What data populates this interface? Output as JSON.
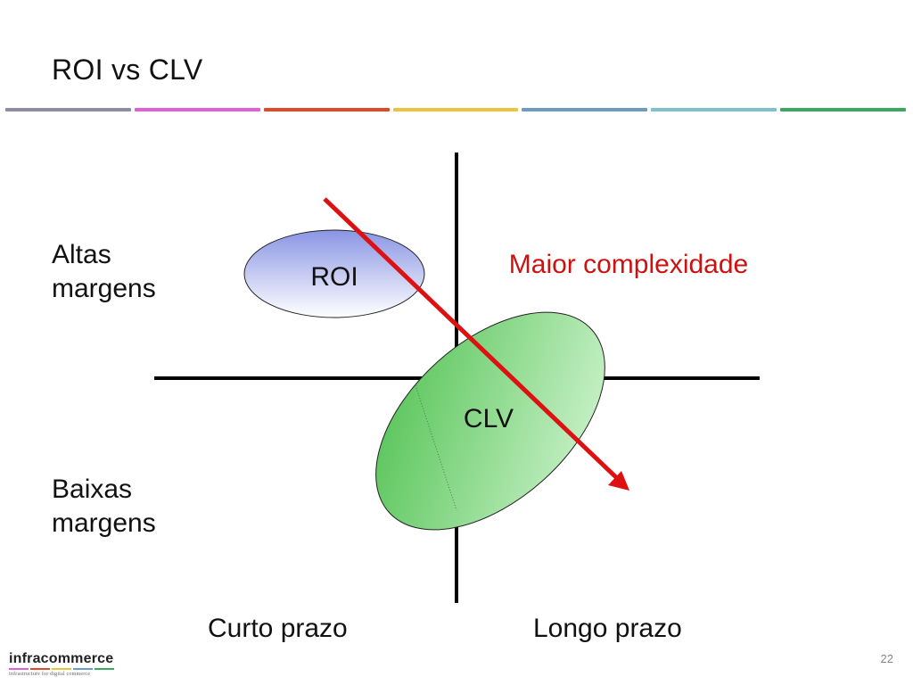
{
  "slide": {
    "title": "ROI vs CLV",
    "page_number": "22"
  },
  "color_bar": [
    "#8c8ca6",
    "#e060d8",
    "#e04a2a",
    "#e8c440",
    "#6e9cc0",
    "#7ec0cc",
    "#3aa860"
  ],
  "diagram": {
    "left_labels": {
      "top": "Altas\nmargens",
      "bottom": "Baixas\nmargens"
    },
    "bottom_labels": {
      "left": "Curto prazo",
      "right": "Longo prazo"
    },
    "ellipses": {
      "roi": "ROI",
      "clv": "CLV"
    },
    "arrow_label": "Maior complexidade",
    "colors": {
      "arrow": "#dd1111",
      "roi_fill": "#b8c0ee",
      "clv_fill": "#6ad06a",
      "axis": "#000000"
    }
  },
  "logo": {
    "name": "infracommerce",
    "tagline": "infrastructure for digital commerce",
    "stripe_colors": [
      "#e060d8",
      "#e04a2a",
      "#e8c440",
      "#6e9cc0",
      "#3aa860"
    ]
  }
}
